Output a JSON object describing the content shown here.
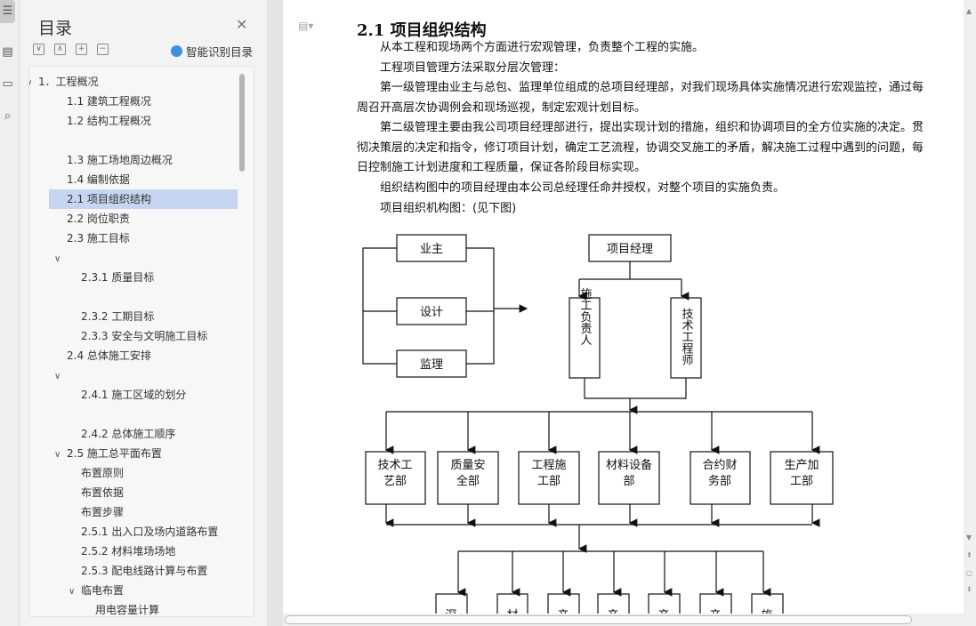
{
  "sidebar_icons": [
    "list-icon",
    "document-icon",
    "comment-icon",
    "find-icon"
  ],
  "toc": {
    "title": "目录",
    "smart_label": "智能识别目录",
    "items": [
      {
        "label": "1．工程概况",
        "level": 0,
        "chev": "∨"
      },
      {
        "label": "1.1 建筑工程概况",
        "level": 1
      },
      {
        "label": "1.2 结构工程概况",
        "level": 1
      },
      {
        "label": "1.3  施工场地周边概况",
        "level": 1
      },
      {
        "label": "1.4  编制依据",
        "level": 1
      },
      {
        "label": "2.1 项目组织结构",
        "level": 1,
        "selected": true
      },
      {
        "label": "2.2 岗位职责",
        "level": 1
      },
      {
        "label": "2.3 施工目标",
        "level": 1
      },
      {
        "label": "",
        "level": 1,
        "chev": "∨"
      },
      {
        "label": "2.3.1 质量目标",
        "level": 2
      },
      {
        "label": "2.3.2 工期目标",
        "level": 2
      },
      {
        "label": "2.3.3 安全与文明施工目标",
        "level": 2
      },
      {
        "label": "2.4 总体施工安排",
        "level": 1
      },
      {
        "label": "",
        "level": 1,
        "chev": "∨"
      },
      {
        "label": "2.4.1 施工区域的划分",
        "level": 2
      },
      {
        "label": "2.4.2 总体施工顺序",
        "level": 2
      },
      {
        "label": "2.5 施工总平面布置",
        "level": 1,
        "chev": "∨"
      },
      {
        "label": "布置原则",
        "level": 2
      },
      {
        "label": "布置依据",
        "level": 2
      },
      {
        "label": "布置步骤",
        "level": 2
      },
      {
        "label": "2.5.1 出入口及场内道路布置",
        "level": 2
      },
      {
        "label": "2.5.2 材料堆场场地",
        "level": 2
      },
      {
        "label": "2.5.3 配电线路计算与布置",
        "level": 2
      },
      {
        "label": "临电布置",
        "level": 2,
        "chev": "∨"
      },
      {
        "label": "用电容量计算",
        "level": 3
      }
    ]
  },
  "doc": {
    "heading": "2.1 项目组织结构",
    "paragraphs": [
      "从本工程和现场两个方面进行宏观管理，负责整个工程的实施。",
      "工程项目管理方法采取分层次管理：",
      "第一级管理由业主与总包、监理单位组成的总项目经理部，对我们现场具体实施情况进行宏观监控，通过每周召开高层次协调例会和现场巡视，制定宏观计划目标。",
      "第二级管理主要由我公司项目经理部进行，提出实现计划的措施，组织和协调项目的全方位实施的决定。贯彻决策层的决定和指令，修订项目计划，确定工艺流程，协调交叉施工的矛盾，解决施工过程中遇到的问题，每日控制施工计划进度和工程质量，保证各阶段目标实现。",
      "组织结构图中的项目经理由本公司总经理任命并授权，对整个项目的实施负责。",
      "项目组织机构图：(见下图)"
    ]
  },
  "org": {
    "owner": "业主",
    "design": "设计",
    "supervision": "监理",
    "pm": "项目经理",
    "construction_lead": "施工负责人",
    "tech_engineer": "技术工程师",
    "departments": [
      [
        "技术工",
        "艺部"
      ],
      [
        "质量安",
        "全部"
      ],
      [
        "工程施",
        "工部"
      ],
      [
        "材料设备",
        "部"
      ],
      [
        "合约财",
        "务部"
      ],
      [
        "生产加",
        "工部"
      ]
    ],
    "bottom": [
      "深",
      "材",
      "产",
      "产",
      "产",
      "产",
      "施"
    ]
  }
}
